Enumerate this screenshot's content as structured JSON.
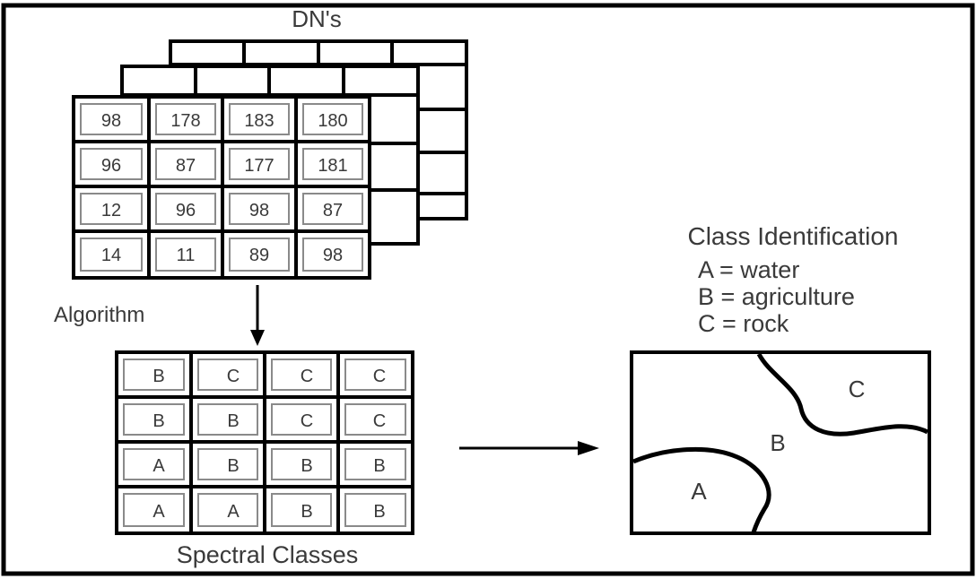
{
  "diagram": {
    "dn_label": "DN's",
    "dn_grid": [
      [
        "98",
        "178",
        "183",
        "180"
      ],
      [
        "96",
        "87",
        "177",
        "181"
      ],
      [
        "12",
        "96",
        "98",
        "87"
      ],
      [
        "14",
        "11",
        "89",
        "98"
      ]
    ],
    "algorithm_label": "Algorithm",
    "spectral_grid": [
      [
        "B",
        "C",
        "C",
        "C"
      ],
      [
        "B",
        "B",
        "C",
        "C"
      ],
      [
        "A",
        "B",
        "B",
        "B"
      ],
      [
        "A",
        "A",
        "B",
        "B"
      ]
    ],
    "spectral_label": "Spectral Classes",
    "class_id_title": "Class Identification",
    "legend": [
      "A = water",
      "B = agriculture",
      "C = rock"
    ],
    "map_labels": {
      "a": "A",
      "b": "B",
      "c": "C"
    }
  }
}
